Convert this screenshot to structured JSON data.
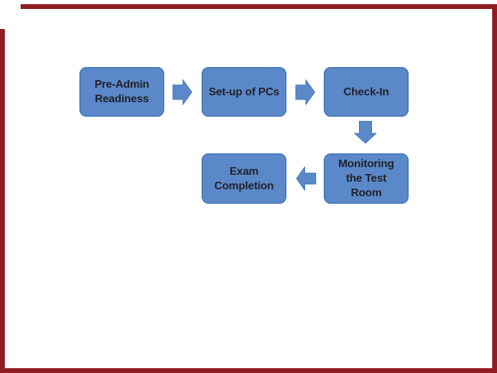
{
  "slide": {
    "background": "#ffffff",
    "frame_color": "#8f1d21"
  },
  "diagram": {
    "colors": {
      "box_fill": "#5b88c8",
      "box_border": "#4d7cba",
      "arrow_fill": "#5b88c8",
      "arrow_border": "#4d7cba",
      "text": "#20222b"
    },
    "boxes": [
      {
        "label": "Pre-Admin Readiness",
        "lines": [
          "Pre-Admin",
          "Readiness"
        ]
      },
      {
        "label": "Set-up of PCs",
        "lines": [
          "Set-up of PCs"
        ]
      },
      {
        "label": "Check-In",
        "lines": [
          "Check-In"
        ]
      },
      {
        "label": "Exam Completion",
        "lines": [
          "Exam",
          "Completion"
        ]
      },
      {
        "label": "Monitoring the Test Room",
        "lines": [
          "Monitoring",
          "the Test",
          "Room"
        ]
      }
    ]
  }
}
